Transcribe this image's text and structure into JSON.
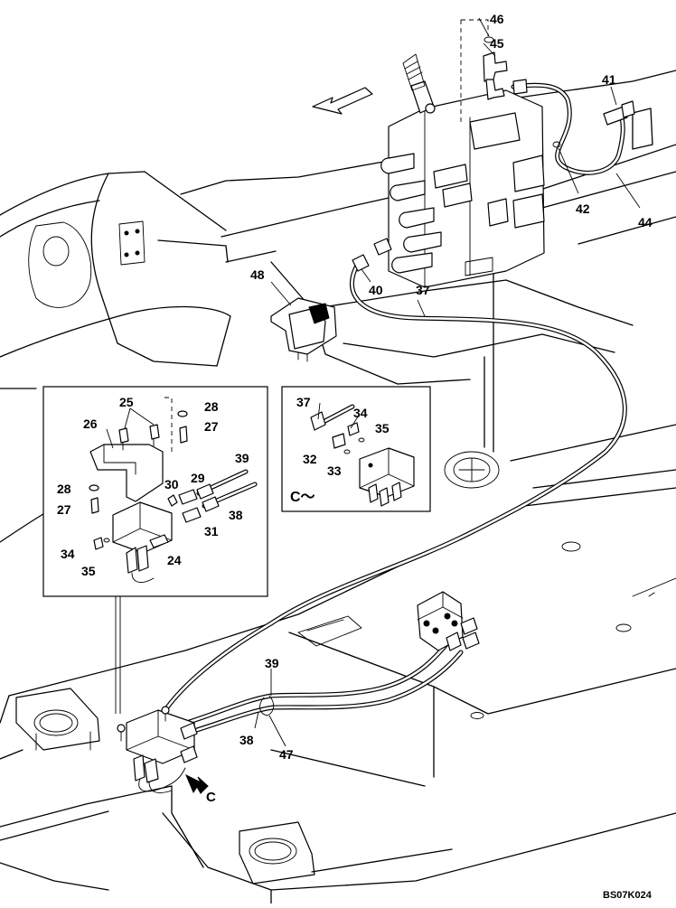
{
  "diagram": {
    "drawing_code": "BS07K024",
    "view_label": "C",
    "detail_label": "C～",
    "callouts": {
      "c46": "46",
      "c45": "45",
      "c41": "41",
      "c42": "42",
      "c44": "44",
      "c48": "48",
      "c40": "40",
      "c37": "37",
      "c25": "25",
      "c28a": "28",
      "c27a": "27",
      "c26": "26",
      "c28b": "28",
      "c27b": "27",
      "c30": "30",
      "c29": "29",
      "c39a": "39",
      "c38a": "38",
      "c31": "31",
      "c34a": "34",
      "c35a": "35",
      "c24": "24",
      "c37b": "37",
      "c34b": "34",
      "c35b": "35",
      "c32": "32",
      "c33": "33",
      "c39b": "39",
      "c38b": "38",
      "c47": "47"
    }
  }
}
